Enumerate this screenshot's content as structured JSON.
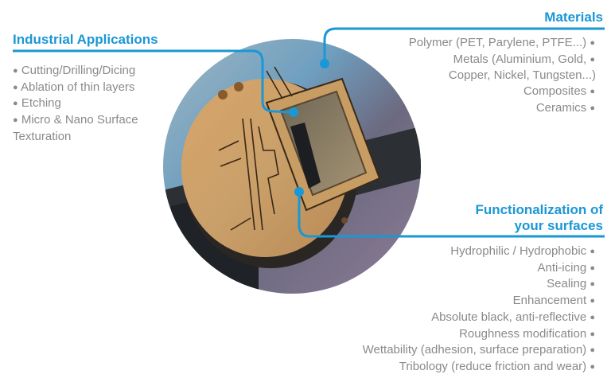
{
  "colors": {
    "accent": "#1a97d5",
    "text": "#8a8a8a",
    "background": "#ffffff"
  },
  "industrial_applications": {
    "title": "Industrial Applications",
    "items": [
      "Cutting/Drilling/Dicing",
      "Ablation of thin layers",
      "Etching",
      "Micro & Nano Surface"
    ],
    "continuation": "Texturation"
  },
  "materials": {
    "title": "Materials",
    "items": [
      "Polymer (PET, Parylene, PTFE...)",
      "Metals (Aluminium, Gold,",
      "Copper, Nickel, Tungsten...)",
      "Composites",
      "Ceramics"
    ]
  },
  "functionalization": {
    "title_line1": "Functionalization of",
    "title_line2": "your surfaces",
    "items": [
      "Hydrophilic / Hydrophobic",
      "Anti-icing",
      "Sealing",
      "Enhancement",
      "Absolute black, anti-reflective",
      "Roughness modification",
      "Wettability (adhesion, surface preparation)",
      "Tribology (reduce friction and wear)"
    ]
  },
  "photo": {
    "subject": "laser-textured-metal-component",
    "bullet_symbol": "●"
  }
}
